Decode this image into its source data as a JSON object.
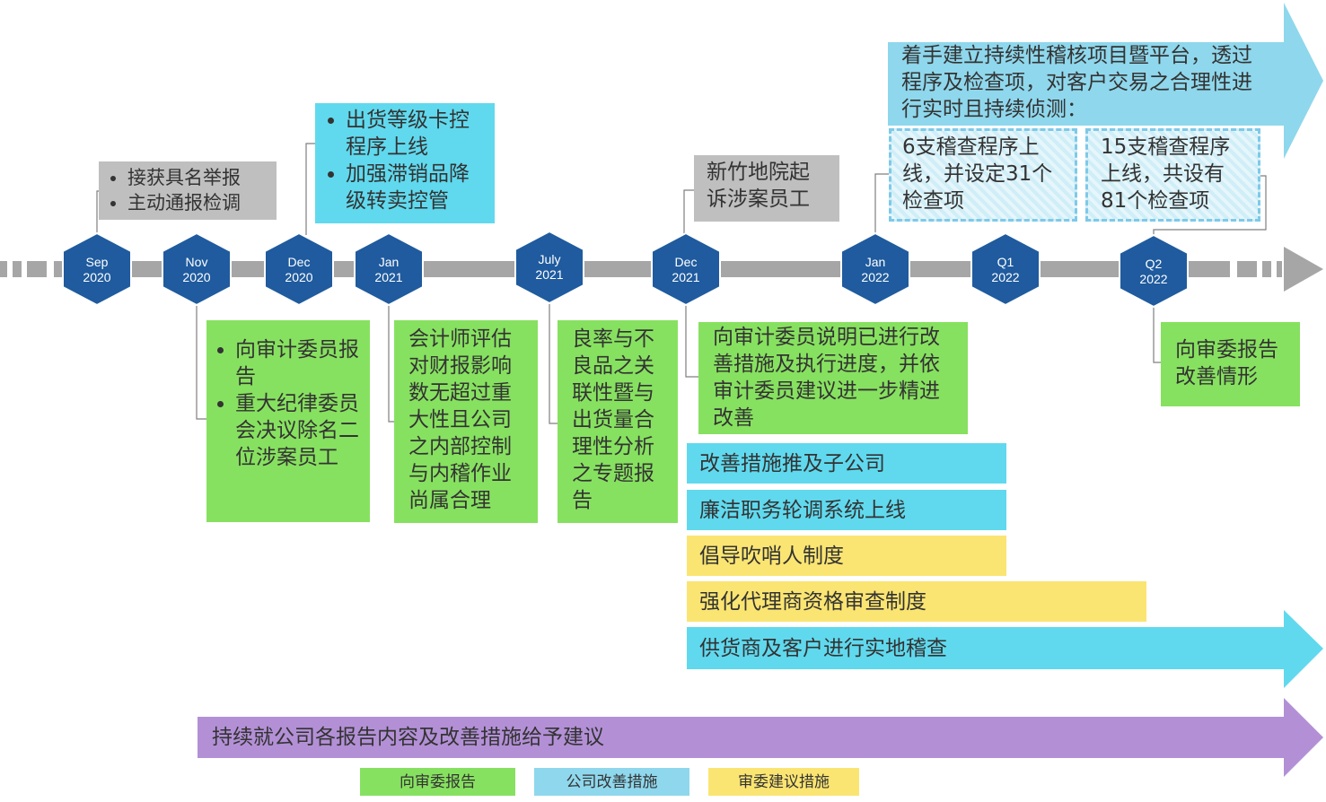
{
  "colors": {
    "timeline_gray": "#a6a6a6",
    "hex_blue": "#1f5b9e",
    "gray_box": "#bfbfbf",
    "green_box": "#87e160",
    "cyan_box": "#60d9ee",
    "yellow_box": "#fbe572",
    "purple_arrow": "#b390d6",
    "big_arrow": "#8fd7ec"
  },
  "milestones": [
    {
      "month": "Sep",
      "year": "2020"
    },
    {
      "month": "Nov",
      "year": "2020"
    },
    {
      "month": "Dec",
      "year": "2020"
    },
    {
      "month": "Jan",
      "year": "2021"
    },
    {
      "month": "July",
      "year": "2021"
    },
    {
      "month": "Dec",
      "year": "2021"
    },
    {
      "month": "Jan",
      "year": "2022"
    },
    {
      "month": "Q1",
      "year": "2022"
    },
    {
      "month": "Q2",
      "year": "2022"
    }
  ],
  "above_boxes": {
    "sep2020": [
      "接获具名举报",
      "主动通报检调"
    ],
    "dec2020": [
      "出货等级卡控程序上线",
      "加强滞销品降级转卖控管"
    ],
    "dec2021": "新竹地院起诉涉案员工",
    "big_arrow": "着手建立持续性稽核项目暨平台，透过程序及检查项，对客户交易之合理性进行实时且持续侦测：",
    "jan2022_detail": "6支稽查程序上线，并设定31个检查项",
    "q1_detail": "15支稽查程序上线，共设有81个检查项"
  },
  "below_boxes": {
    "nov2020": [
      "向审计委员报告",
      "重大纪律委员会决议除名二位涉案员工"
    ],
    "jan2021": "会计师评估对财报影响数无超过重大性且公司之内部控制与内稽作业尚属合理",
    "july2021": "良率与不良品之关联性暨与出货量合理性分析之专题报告",
    "dec2021": "向审计委员说明已进行改善措施及执行进度，并依审计委员建议进一步精进改善",
    "q2_2022": "向审委报告改善情形"
  },
  "bars": {
    "subsidiary": "改善措施推及子公司",
    "rotation": "廉洁职务轮调系统上线",
    "whistleblower": "倡导吹哨人制度",
    "agent_review": "强化代理商资格审查制度",
    "field_audit": "供货商及客户进行实地稽查",
    "continuous_advice": "持续就公司各报告内容及改善措施给予建议"
  },
  "legend": {
    "audit_report": "向审委报告",
    "company_measures": "公司改善措施",
    "committee_measures": "审委建议措施"
  }
}
